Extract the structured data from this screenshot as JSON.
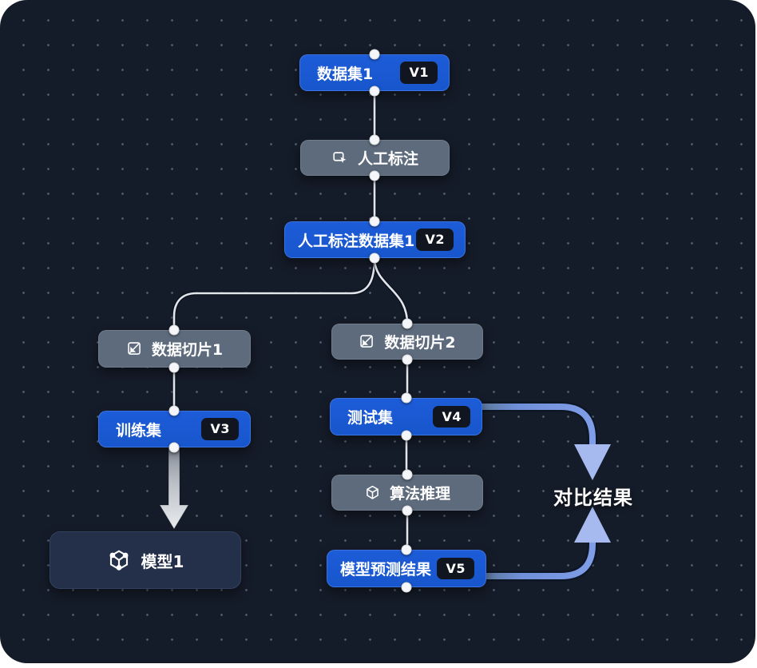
{
  "canvas": {
    "background": "#151c29",
    "dot_grid_color": "#555f72",
    "page_background": "#ffffff"
  },
  "colors": {
    "blue_node": "#1756cc",
    "gray_node": "#5d6b7d",
    "dark_node": "#243049",
    "badge_bg": "#10151f",
    "wire": "#e2e5ec",
    "flow_arrow": "#7b99e3",
    "flow_arrowhead": "#a6baf0",
    "thick_arrow_start": "#878e99",
    "thick_arrow_end": "#e9ebee"
  },
  "nodes": [
    {
      "id": "dataset1",
      "label": "数据集1",
      "version": "V1",
      "type": "blue"
    },
    {
      "id": "manual-annotation",
      "label": "人工标注",
      "type": "gray",
      "icon": "annotate-icon"
    },
    {
      "id": "annotated-dataset1",
      "label": "人工标注数据集1",
      "version": "V2",
      "type": "blue"
    },
    {
      "id": "data-slice1",
      "label": "数据切片1",
      "type": "gray",
      "icon": "slice-icon"
    },
    {
      "id": "training-set",
      "label": "训练集",
      "version": "V3",
      "type": "blue"
    },
    {
      "id": "model1",
      "label": "模型1",
      "type": "dark",
      "icon": "model-icon"
    },
    {
      "id": "data-slice2",
      "label": "数据切片2",
      "type": "gray",
      "icon": "slice-icon"
    },
    {
      "id": "test-set",
      "label": "测试集",
      "version": "V4",
      "type": "blue"
    },
    {
      "id": "algorithm-inference",
      "label": "算法推理",
      "type": "gray",
      "icon": "cube-icon"
    },
    {
      "id": "prediction-result",
      "label": "模型预测结果",
      "version": "V5",
      "type": "blue"
    }
  ],
  "compare_label": "对比结果"
}
